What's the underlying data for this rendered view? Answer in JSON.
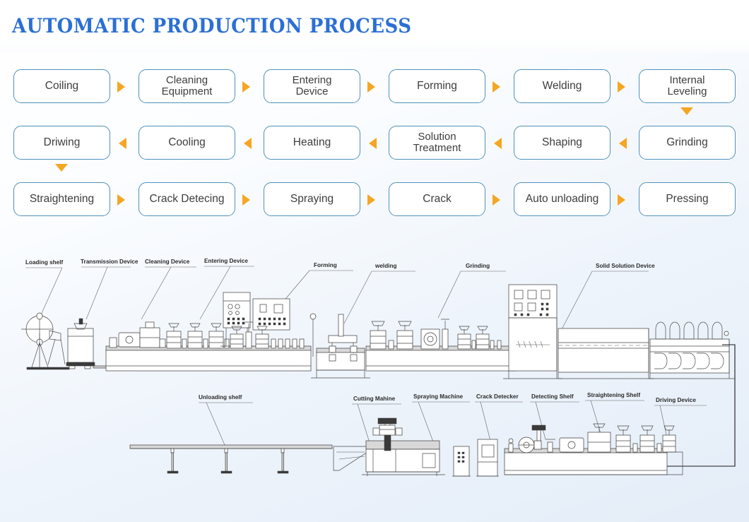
{
  "header": {
    "title": "AUTOMATIC PRODUCTION PROCESS",
    "title_color": "#2b6fd4"
  },
  "theme": {
    "box_border": "#4f90ba",
    "box_fill": "#ffffff",
    "arrow_color": "#f5a623",
    "text_color": "#3d3d3d",
    "background_top": "#ffffff",
    "background_bottom": "#e4edf8"
  },
  "flow": {
    "rows": [
      {
        "direction": "right",
        "cells": [
          {
            "label": "Coiling",
            "lines": [
              "Coiling"
            ]
          },
          {
            "label": "Cleaning Equipment",
            "lines": [
              "Cleaning",
              "Equipment"
            ]
          },
          {
            "label": "Entering Device",
            "lines": [
              "Entering",
              "Device"
            ]
          },
          {
            "label": "Forming",
            "lines": [
              "Forming"
            ]
          },
          {
            "label": "Welding",
            "lines": [
              "Welding"
            ]
          },
          {
            "label": "Internal Leveling",
            "lines": [
              "Internal",
              "Leveling"
            ]
          }
        ],
        "down_arrow_after_index": 5
      },
      {
        "direction": "left",
        "cells": [
          {
            "label": "Driwing",
            "lines": [
              "Driwing"
            ]
          },
          {
            "label": "Cooling",
            "lines": [
              "Cooling"
            ]
          },
          {
            "label": "Heating",
            "lines": [
              "Heating"
            ]
          },
          {
            "label": "Solution Treatment",
            "lines": [
              "Solution",
              "Treatment"
            ]
          },
          {
            "label": "Shaping",
            "lines": [
              "Shaping"
            ]
          },
          {
            "label": "Grinding",
            "lines": [
              "Grinding"
            ]
          }
        ],
        "down_arrow_after_index": 0
      },
      {
        "direction": "right",
        "cells": [
          {
            "label": "Straightening",
            "lines": [
              "Straightening"
            ]
          },
          {
            "label": "Crack Detecing",
            "lines": [
              "Crack Detecing"
            ]
          },
          {
            "label": "Spraying",
            "lines": [
              "Spraying"
            ]
          },
          {
            "label": "Crack",
            "lines": [
              "Crack"
            ]
          },
          {
            "label": "Auto unloading",
            "lines": [
              "Auto unloading"
            ]
          },
          {
            "label": "Pressing",
            "lines": [
              "Pressing"
            ]
          }
        ],
        "down_arrow_after_index": null
      }
    ]
  },
  "diagram": {
    "top_line_labels": [
      "Loading shelf",
      "Transmission Device",
      "Cleaning Device",
      "Entering Device",
      "Forming",
      "welding",
      "Grinding",
      "Solid Solution Device"
    ],
    "bottom_line_labels": [
      "Unloading shelf",
      "Cutting Mahine",
      "Spraying Machine",
      "Crack Detecker",
      "Detecting Shelf",
      "Straightening Shelf",
      "Driving Device"
    ]
  }
}
